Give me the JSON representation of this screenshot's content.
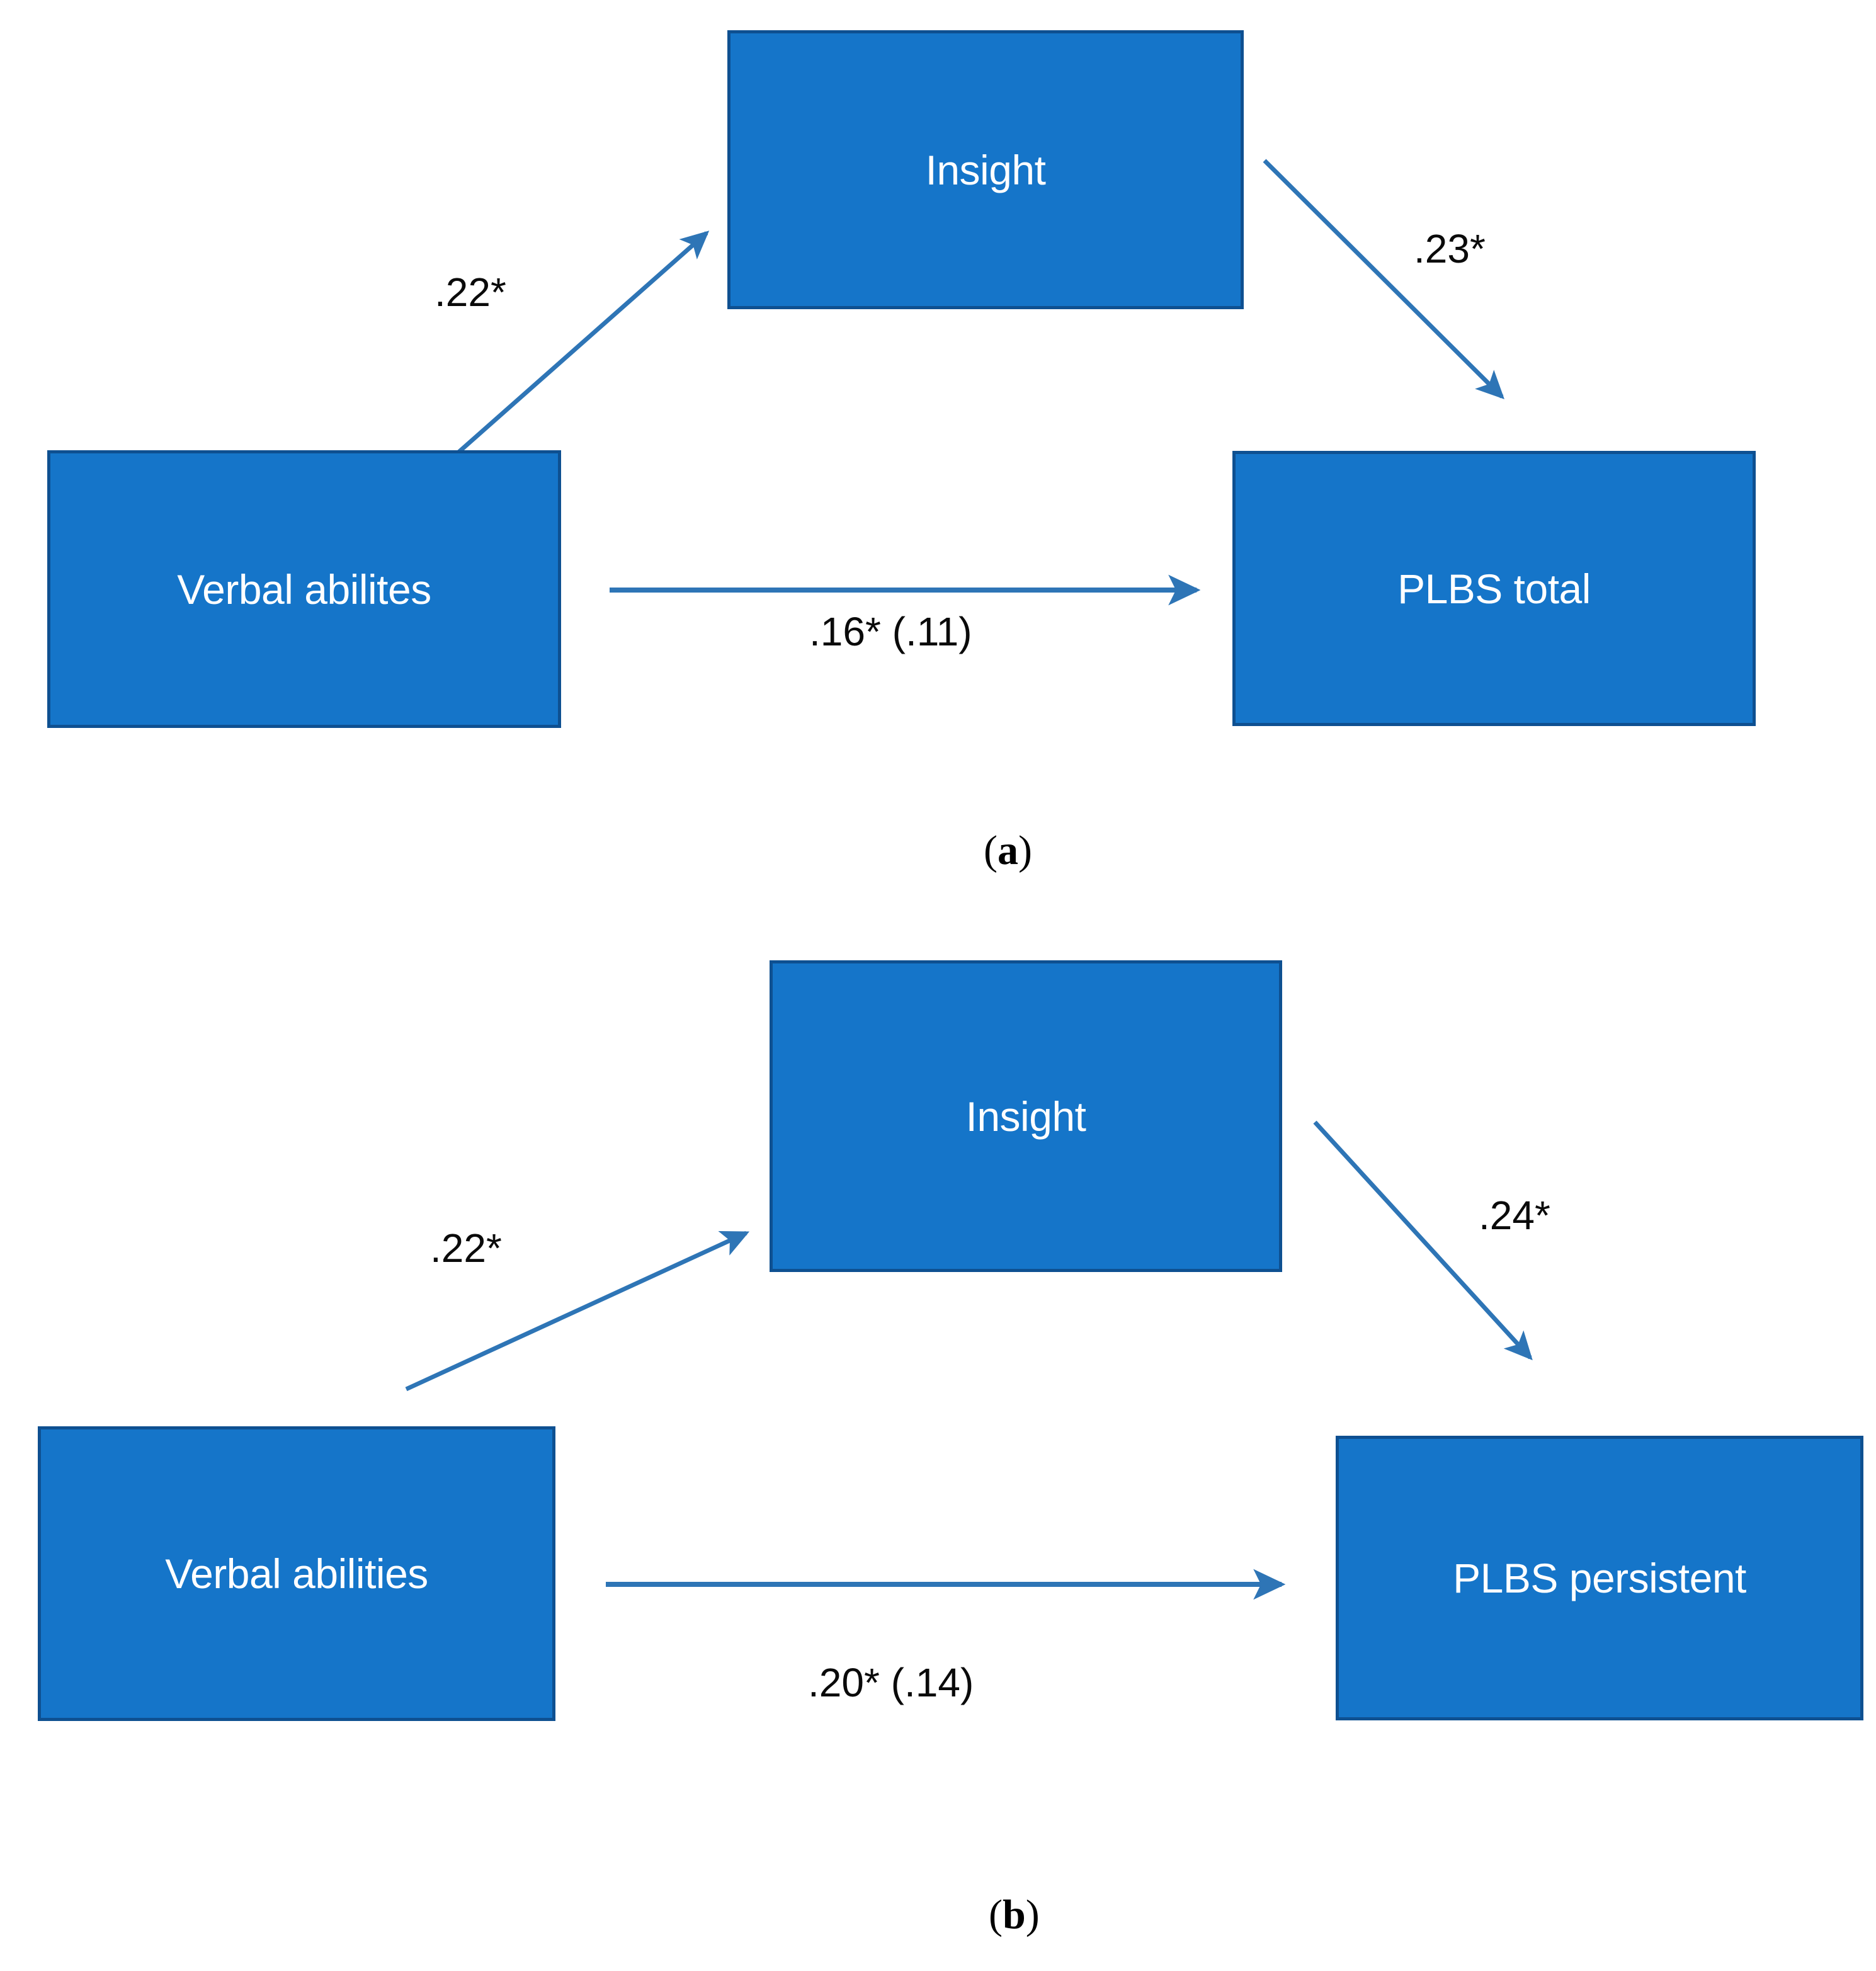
{
  "figure": {
    "type": "mediation-path-diagram",
    "background_color": "#ffffff",
    "node_fill_color": "#1575C9",
    "node_border_color": "#0E5091",
    "node_text_color": "#ffffff",
    "arrow_color": "#2E75B6",
    "label_text_color": "#0A0A0A"
  },
  "panels": [
    {
      "id": "a",
      "caption": "(a)",
      "caption_letter": "a",
      "nodes": {
        "mediator": {
          "label": "Insight",
          "name": "insight"
        },
        "predictor": {
          "label": "Verbal abilites",
          "name": "verbal-abilities"
        },
        "outcome": {
          "label": "PLBS total",
          "name": "plbs-total"
        }
      },
      "paths": {
        "a_path": {
          "label": ".22*",
          "from": "Verbal abilites",
          "to": "Insight",
          "coefficient": 0.22,
          "significant": true
        },
        "b_path": {
          "label": ".23*",
          "from": "Insight",
          "to": "PLBS total",
          "coefficient": 0.23,
          "significant": true
        },
        "c_path": {
          "label": ".16* (.11)",
          "from": "Verbal abilites",
          "to": "PLBS total",
          "total_effect": 0.16,
          "direct_effect": 0.11,
          "significant": true
        }
      }
    },
    {
      "id": "b",
      "caption": "(b)",
      "caption_letter": "b",
      "nodes": {
        "mediator": {
          "label": "Insight",
          "name": "insight"
        },
        "predictor": {
          "label": "Verbal abilities",
          "name": "verbal-abilities"
        },
        "outcome": {
          "label": "PLBS persistent",
          "name": "plbs-persistent"
        }
      },
      "paths": {
        "a_path": {
          "label": ".22*",
          "from": "Verbal abilities",
          "to": "Insight",
          "coefficient": 0.22,
          "significant": true
        },
        "b_path": {
          "label": ".24*",
          "from": "Insight",
          "to": "PLBS persistent",
          "coefficient": 0.24,
          "significant": true
        },
        "c_path": {
          "label": ".20* (.14)",
          "from": "Verbal abilities",
          "to": "PLBS persistent",
          "total_effect": 0.2,
          "direct_effect": 0.14,
          "significant": true
        }
      }
    }
  ],
  "chart_data": {
    "type": "diagram",
    "title": "",
    "subtitle": "",
    "diagram_kind": "mediation model",
    "models": [
      {
        "panel": "a",
        "predictor": "Verbal abilites",
        "mediator": "Insight",
        "outcome": "PLBS total",
        "edges": [
          {
            "from": "Verbal abilites",
            "to": "Insight",
            "label": ".22*",
            "value": 0.22
          },
          {
            "from": "Insight",
            "to": "PLBS total",
            "label": ".23*",
            "value": 0.23
          },
          {
            "from": "Verbal abilites",
            "to": "PLBS total",
            "label": ".16* (.11)",
            "value": 0.16,
            "value_controlled": 0.11
          }
        ]
      },
      {
        "panel": "b",
        "predictor": "Verbal abilities",
        "mediator": "Insight",
        "outcome": "PLBS persistent",
        "edges": [
          {
            "from": "Verbal abilities",
            "to": "Insight",
            "label": ".22*",
            "value": 0.22
          },
          {
            "from": "Insight",
            "to": "PLBS persistent",
            "label": ".24*",
            "value": 0.24
          },
          {
            "from": "Verbal abilities",
            "to": "PLBS persistent",
            "label": ".20* (.14)",
            "value": 0.2,
            "value_controlled": 0.14
          }
        ]
      }
    ]
  }
}
